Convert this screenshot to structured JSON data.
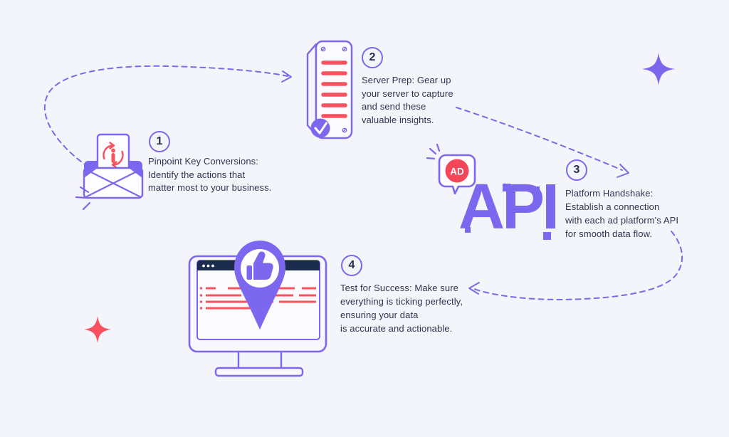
{
  "colors": {
    "background": "#F4F4FB",
    "accent_purple": "#7B68EE",
    "accent_red": "#F8525F",
    "text_navy": "#30344F",
    "browser_bar_navy": "#1B2B4D"
  },
  "steps": [
    {
      "number": "1",
      "icon": "envelope-info-icon",
      "lines": [
        "Pinpoint Key Conversions:",
        "Identify the actions that",
        "matter most to your business."
      ]
    },
    {
      "number": "2",
      "icon": "server-icon",
      "lines": [
        "Server Prep: Gear up",
        "your server to capture",
        "and send these",
        "valuable insights."
      ]
    },
    {
      "number": "3",
      "icon": "ad-api-icon",
      "lines": [
        "Platform Handshake:",
        "Establish a connection",
        "with each ad platform's API",
        "for smooth data flow."
      ]
    },
    {
      "number": "4",
      "icon": "monitor-pin-icon",
      "lines": [
        "Test for Success: Make sure",
        "everything is ticking perfectly,",
        "ensuring your data",
        "is accurate and actionable."
      ]
    }
  ],
  "ad_badge": "AD",
  "api_wordmark": "API"
}
